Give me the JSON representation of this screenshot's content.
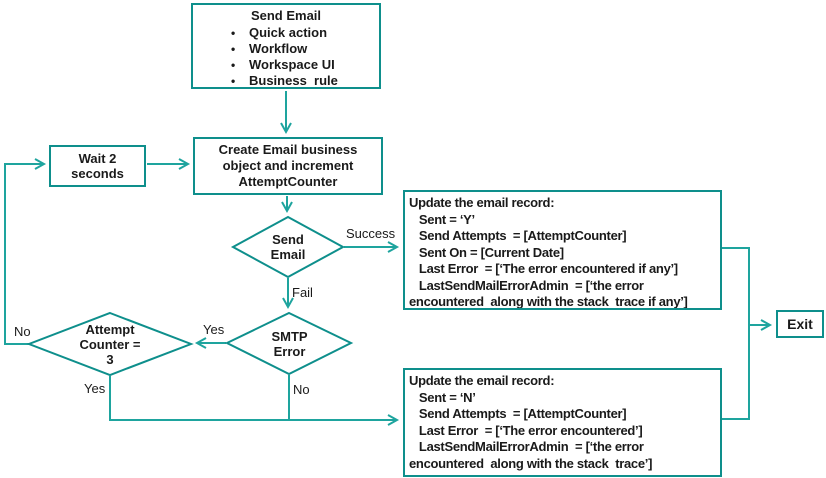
{
  "diagram": {
    "colors": {
      "shape_border": "#0e8f8c",
      "connector": "#1ea49e",
      "text": "#1a1a1a",
      "background": "#ffffff"
    },
    "nodes": {
      "start": {
        "title": "Send Email",
        "bullet_icon": "•",
        "bullets": [
          "Quick action",
          "Workflow",
          "Workspace UI",
          "Business  rule"
        ]
      },
      "wait": {
        "label": "Wait 2\nseconds"
      },
      "create": {
        "label": "Create Email business\nobject and increment\nAttemptCounter"
      },
      "send_decision": {
        "label": "Send\nEmail"
      },
      "smtp_decision": {
        "label": "SMTP\nError"
      },
      "attempt_decision": {
        "label": "Attempt\nCounter =\n3"
      },
      "update_success": {
        "label": "Update the email record:\n   Sent = ‘Y’\n   Send Attempts  = [AttemptCounter]\n   Sent On = [Current Date]\n   Last Error  = [‘The error encountered if any’]\n   LastSendMailErrorAdmin  = [‘the error\nencountered  along with the stack  trace if any’]"
      },
      "update_fail": {
        "label": "Update the email record:\n   Sent = ‘N’\n   Send Attempts  = [AttemptCounter]\n   Last Error  = [‘The error encountered’]\n   LastSendMailErrorAdmin  = [‘the error\nencountered  along with the stack  trace’]"
      },
      "exit": {
        "label": "Exit"
      }
    },
    "edge_labels": {
      "success": "Success",
      "fail": "Fail",
      "smtp_yes": "Yes",
      "smtp_no": "No",
      "attempt_no": "No",
      "attempt_yes": "Yes"
    }
  }
}
